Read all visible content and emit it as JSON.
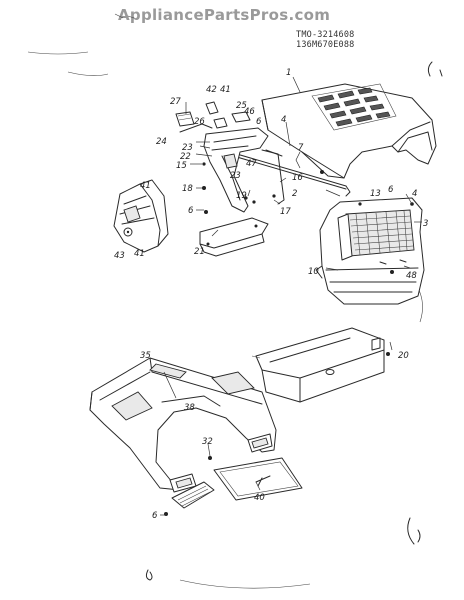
{
  "watermark": "AppliancePartsPros.com",
  "model_codes": [
    "TMO-3214608",
    "136M670E088"
  ],
  "callouts": [
    {
      "id": "c1",
      "label": "1"
    },
    {
      "id": "c2",
      "label": "2"
    },
    {
      "id": "c3",
      "label": "3"
    },
    {
      "id": "c4a",
      "label": "4"
    },
    {
      "id": "c4b",
      "label": "4"
    },
    {
      "id": "c6a",
      "label": "6"
    },
    {
      "id": "c6b",
      "label": "6"
    },
    {
      "id": "c6c",
      "label": "6"
    },
    {
      "id": "c6d",
      "label": "6"
    },
    {
      "id": "c7",
      "label": "7"
    },
    {
      "id": "c10",
      "label": "10"
    },
    {
      "id": "c13",
      "label": "13"
    },
    {
      "id": "c15",
      "label": "15"
    },
    {
      "id": "c16",
      "label": "16"
    },
    {
      "id": "c17",
      "label": "17"
    },
    {
      "id": "c18",
      "label": "18"
    },
    {
      "id": "c19",
      "label": "19"
    },
    {
      "id": "c20",
      "label": "20"
    },
    {
      "id": "c21",
      "label": "21"
    },
    {
      "id": "c22",
      "label": "22"
    },
    {
      "id": "c23a",
      "label": "23"
    },
    {
      "id": "c23b",
      "label": "23"
    },
    {
      "id": "c24",
      "label": "24"
    },
    {
      "id": "c25",
      "label": "25"
    },
    {
      "id": "c26",
      "label": "26"
    },
    {
      "id": "c27",
      "label": "27"
    },
    {
      "id": "c32",
      "label": "32"
    },
    {
      "id": "c35",
      "label": "35"
    },
    {
      "id": "c38",
      "label": "38"
    },
    {
      "id": "c40",
      "label": "40"
    },
    {
      "id": "c41a",
      "label": "41"
    },
    {
      "id": "c41b",
      "label": "41"
    },
    {
      "id": "c41c",
      "label": "41"
    },
    {
      "id": "c42",
      "label": "42"
    },
    {
      "id": "c43",
      "label": "43"
    },
    {
      "id": "c46",
      "label": "46"
    },
    {
      "id": "c47",
      "label": "47"
    },
    {
      "id": "c48",
      "label": "48"
    }
  ]
}
